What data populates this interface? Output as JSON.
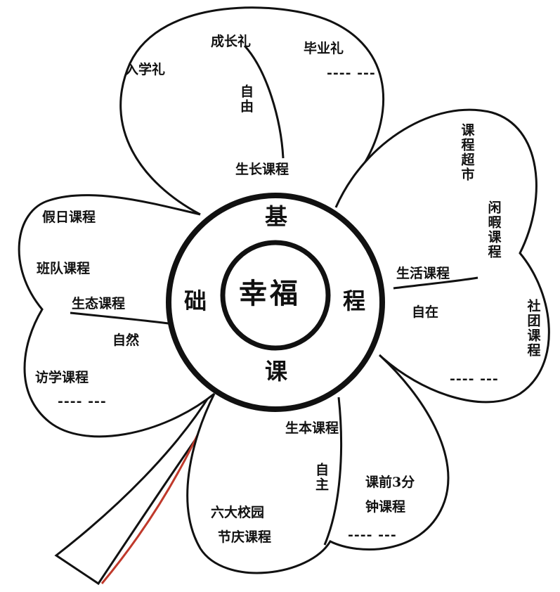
{
  "center": "幸福",
  "ring": {
    "top": "基",
    "right": "程",
    "bottom": "课",
    "left": "础"
  },
  "petal_top": {
    "title": "生长课程",
    "branch": "自由",
    "items": [
      "入学礼",
      "成长礼",
      "毕业礼"
    ],
    "more": "---- ---"
  },
  "petal_right": {
    "title": "生活课程",
    "branch": "自在",
    "items": [
      "课程超市",
      "闲暇课程",
      "社团课程"
    ],
    "more": "---- ---"
  },
  "petal_bottom": {
    "title": "生本课程",
    "branch": "自主",
    "items": [
      "六大校园",
      "节庆课程",
      "课前3分",
      "钟课程"
    ],
    "more": "---- ---"
  },
  "petal_left": {
    "title": "生态课程",
    "branch": "自然",
    "items": [
      "假日课程",
      "班队课程",
      "访学课程"
    ],
    "more": "---- ---"
  },
  "colors": {
    "stroke": "#111111",
    "stem": "#c0392b"
  }
}
